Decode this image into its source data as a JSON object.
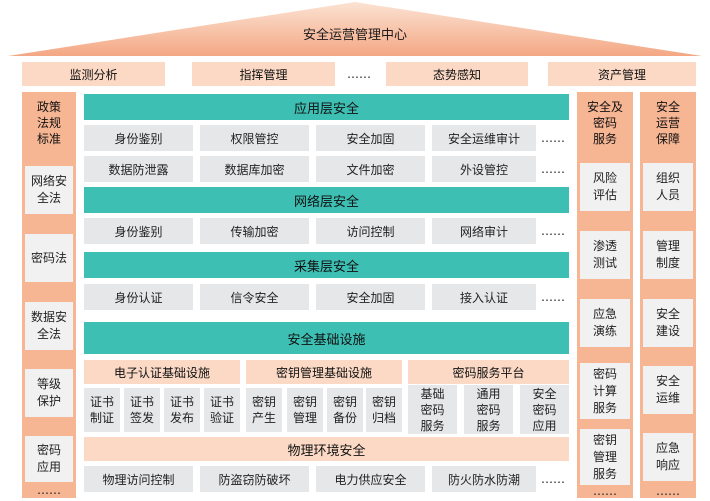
{
  "title": "安全运营管理中心",
  "top_bar": [
    "监测分析",
    "指挥管理",
    "……",
    "态势感知",
    "资产管理"
  ],
  "left_column": {
    "header": "政策\n法规\n标准",
    "items": [
      "网络安\n全法",
      "密码法",
      "数据安\n全法",
      "等级\n保护",
      "密码\n应用"
    ],
    "more": "……"
  },
  "right_column_1": {
    "header": "安全及\n密码\n服务",
    "items": [
      "风险\n评估",
      "渗透\n测试",
      "应急\n演练",
      "密码\n计算\n服务",
      "密钥\n管理\n服务"
    ],
    "more": "……"
  },
  "right_column_2": {
    "header": "安全\n运营\n保障",
    "items": [
      "组织\n人员",
      "管理\n制度",
      "安全\n建设",
      "安全\n运维",
      "应急\n响应"
    ],
    "more": "……"
  },
  "app_layer": {
    "title": "应用层安全",
    "row1": [
      "身份鉴别",
      "权限管控",
      "安全加固",
      "安全运维审计"
    ],
    "row2": [
      "数据防泄露",
      "数据库加密",
      "文件加密",
      "外设管控"
    ]
  },
  "network_layer": {
    "title": "网络层安全",
    "items": [
      "身份鉴别",
      "传输加密",
      "访问控制",
      "网络审计"
    ]
  },
  "collect_layer": {
    "title": "采集层安全",
    "items": [
      "身份认证",
      "信令安全",
      "安全加固",
      "接入认证"
    ]
  },
  "infra": {
    "title": "安全基础设施",
    "groups": [
      {
        "title": "电子认证基础设施",
        "items": [
          "证书\n制证",
          "证书\n签发",
          "证书\n发布",
          "证书\n验证"
        ]
      },
      {
        "title": "密钥管理基础设施",
        "items": [
          "密钥\n产生",
          "密钥\n管理",
          "密钥\n备份",
          "密钥\n归档"
        ]
      },
      {
        "title": "密码服务平台",
        "items": [
          "基础\n密码\n服务",
          "通用\n密码\n服务",
          "安全\n密码\n应用"
        ]
      }
    ]
  },
  "physical": {
    "title": "物理环境安全",
    "items": [
      "物理访问控制",
      "防盗窃防破坏",
      "电力供应安全",
      "防火防水防潮"
    ]
  },
  "more": "……"
}
